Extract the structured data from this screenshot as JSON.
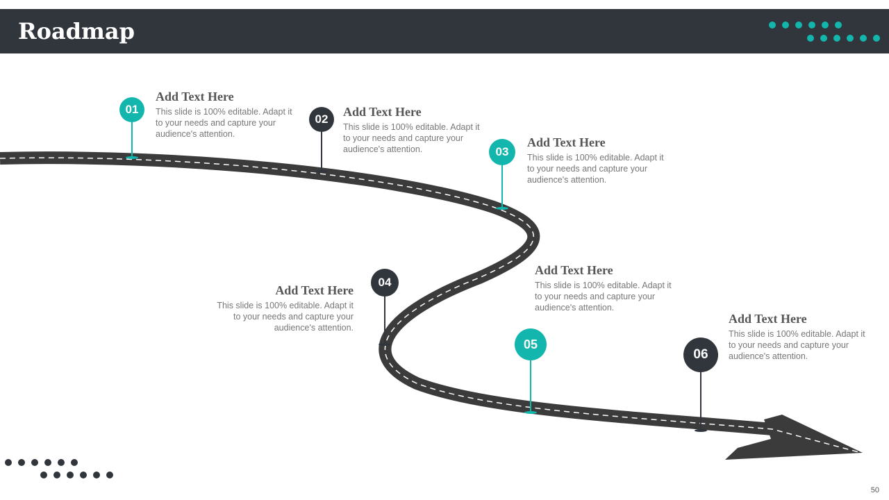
{
  "title": "Roadmap",
  "page_number": "50",
  "colors": {
    "accent": "#13b6ad",
    "dark": "#31363d",
    "road": "#3b3b3b"
  },
  "milestones": [
    {
      "num": "01",
      "heading": "Add Text Here",
      "body": "This slide is 100% editable. Adapt it to your needs and capture your audience's attention."
    },
    {
      "num": "02",
      "heading": "Add Text Here",
      "body": "This slide is 100% editable. Adapt it to your needs and capture your audience's attention."
    },
    {
      "num": "03",
      "heading": "Add Text Here",
      "body": "This slide is 100% editable. Adapt it to your needs and capture your audience's attention."
    },
    {
      "num": "04",
      "heading": "Add Text Here",
      "body": "This slide is 100% editable. Adapt it to your needs and capture your audience's attention."
    },
    {
      "num": "05",
      "heading": "Add Text Here",
      "body": "This slide is 100% editable. Adapt it to your needs and capture your audience's attention."
    },
    {
      "num": "06",
      "heading": "Add Text Here",
      "body": "This slide is 100% editable. Adapt it to your needs and capture your audience's attention."
    }
  ]
}
